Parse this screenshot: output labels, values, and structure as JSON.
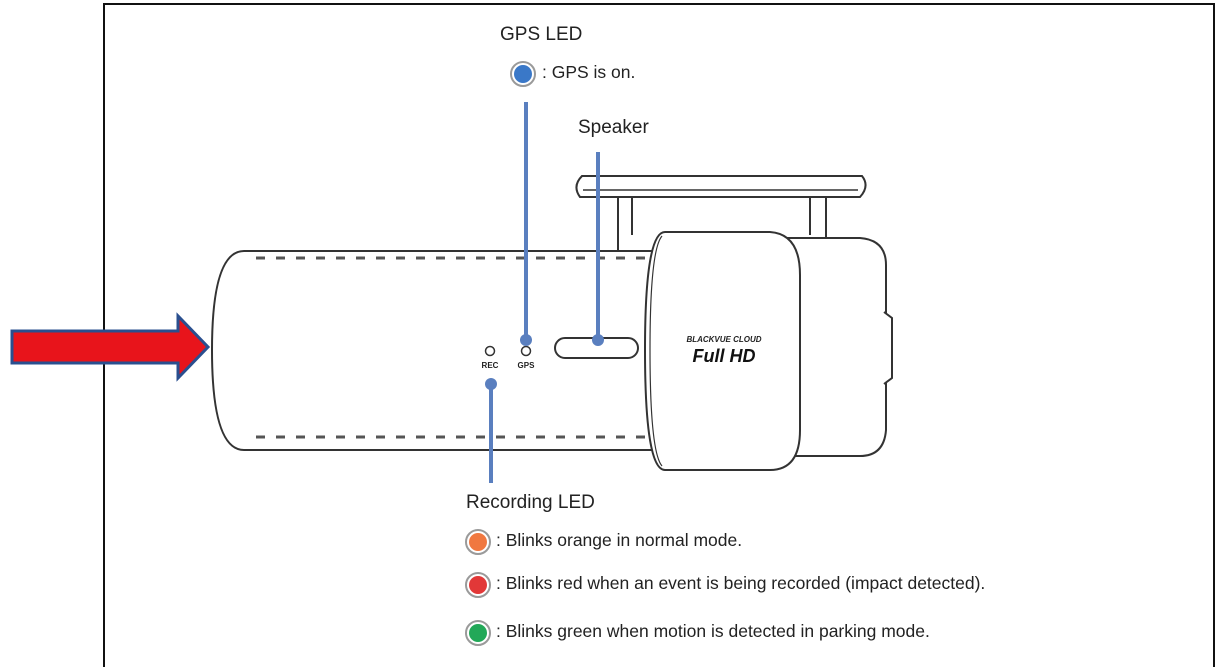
{
  "labels": {
    "gps_title": "GPS LED",
    "gps_desc": ": GPS is on.",
    "speaker_title": "Speaker",
    "recording_title": "Recording LED",
    "recording_items": [
      {
        "text": ": Blinks orange in normal mode.",
        "color": "#f07840"
      },
      {
        "text": ": Blinks red when an event is being recorded (impact detected).",
        "color": "#e23838"
      },
      {
        "text": ": Blinks green when motion is detected in parking mode.",
        "color": "#22a858"
      }
    ]
  },
  "device": {
    "brand_line": "BLACKVUE CLOUD",
    "model_line": "Full HD",
    "rec_marker": "REC",
    "gps_marker": "GPS"
  },
  "colors": {
    "gps_led": "#3a78c8",
    "leader_line": "#5a7fbf",
    "arrow_fill": "#e8141b",
    "arrow_outline": "#2a4f8f"
  }
}
